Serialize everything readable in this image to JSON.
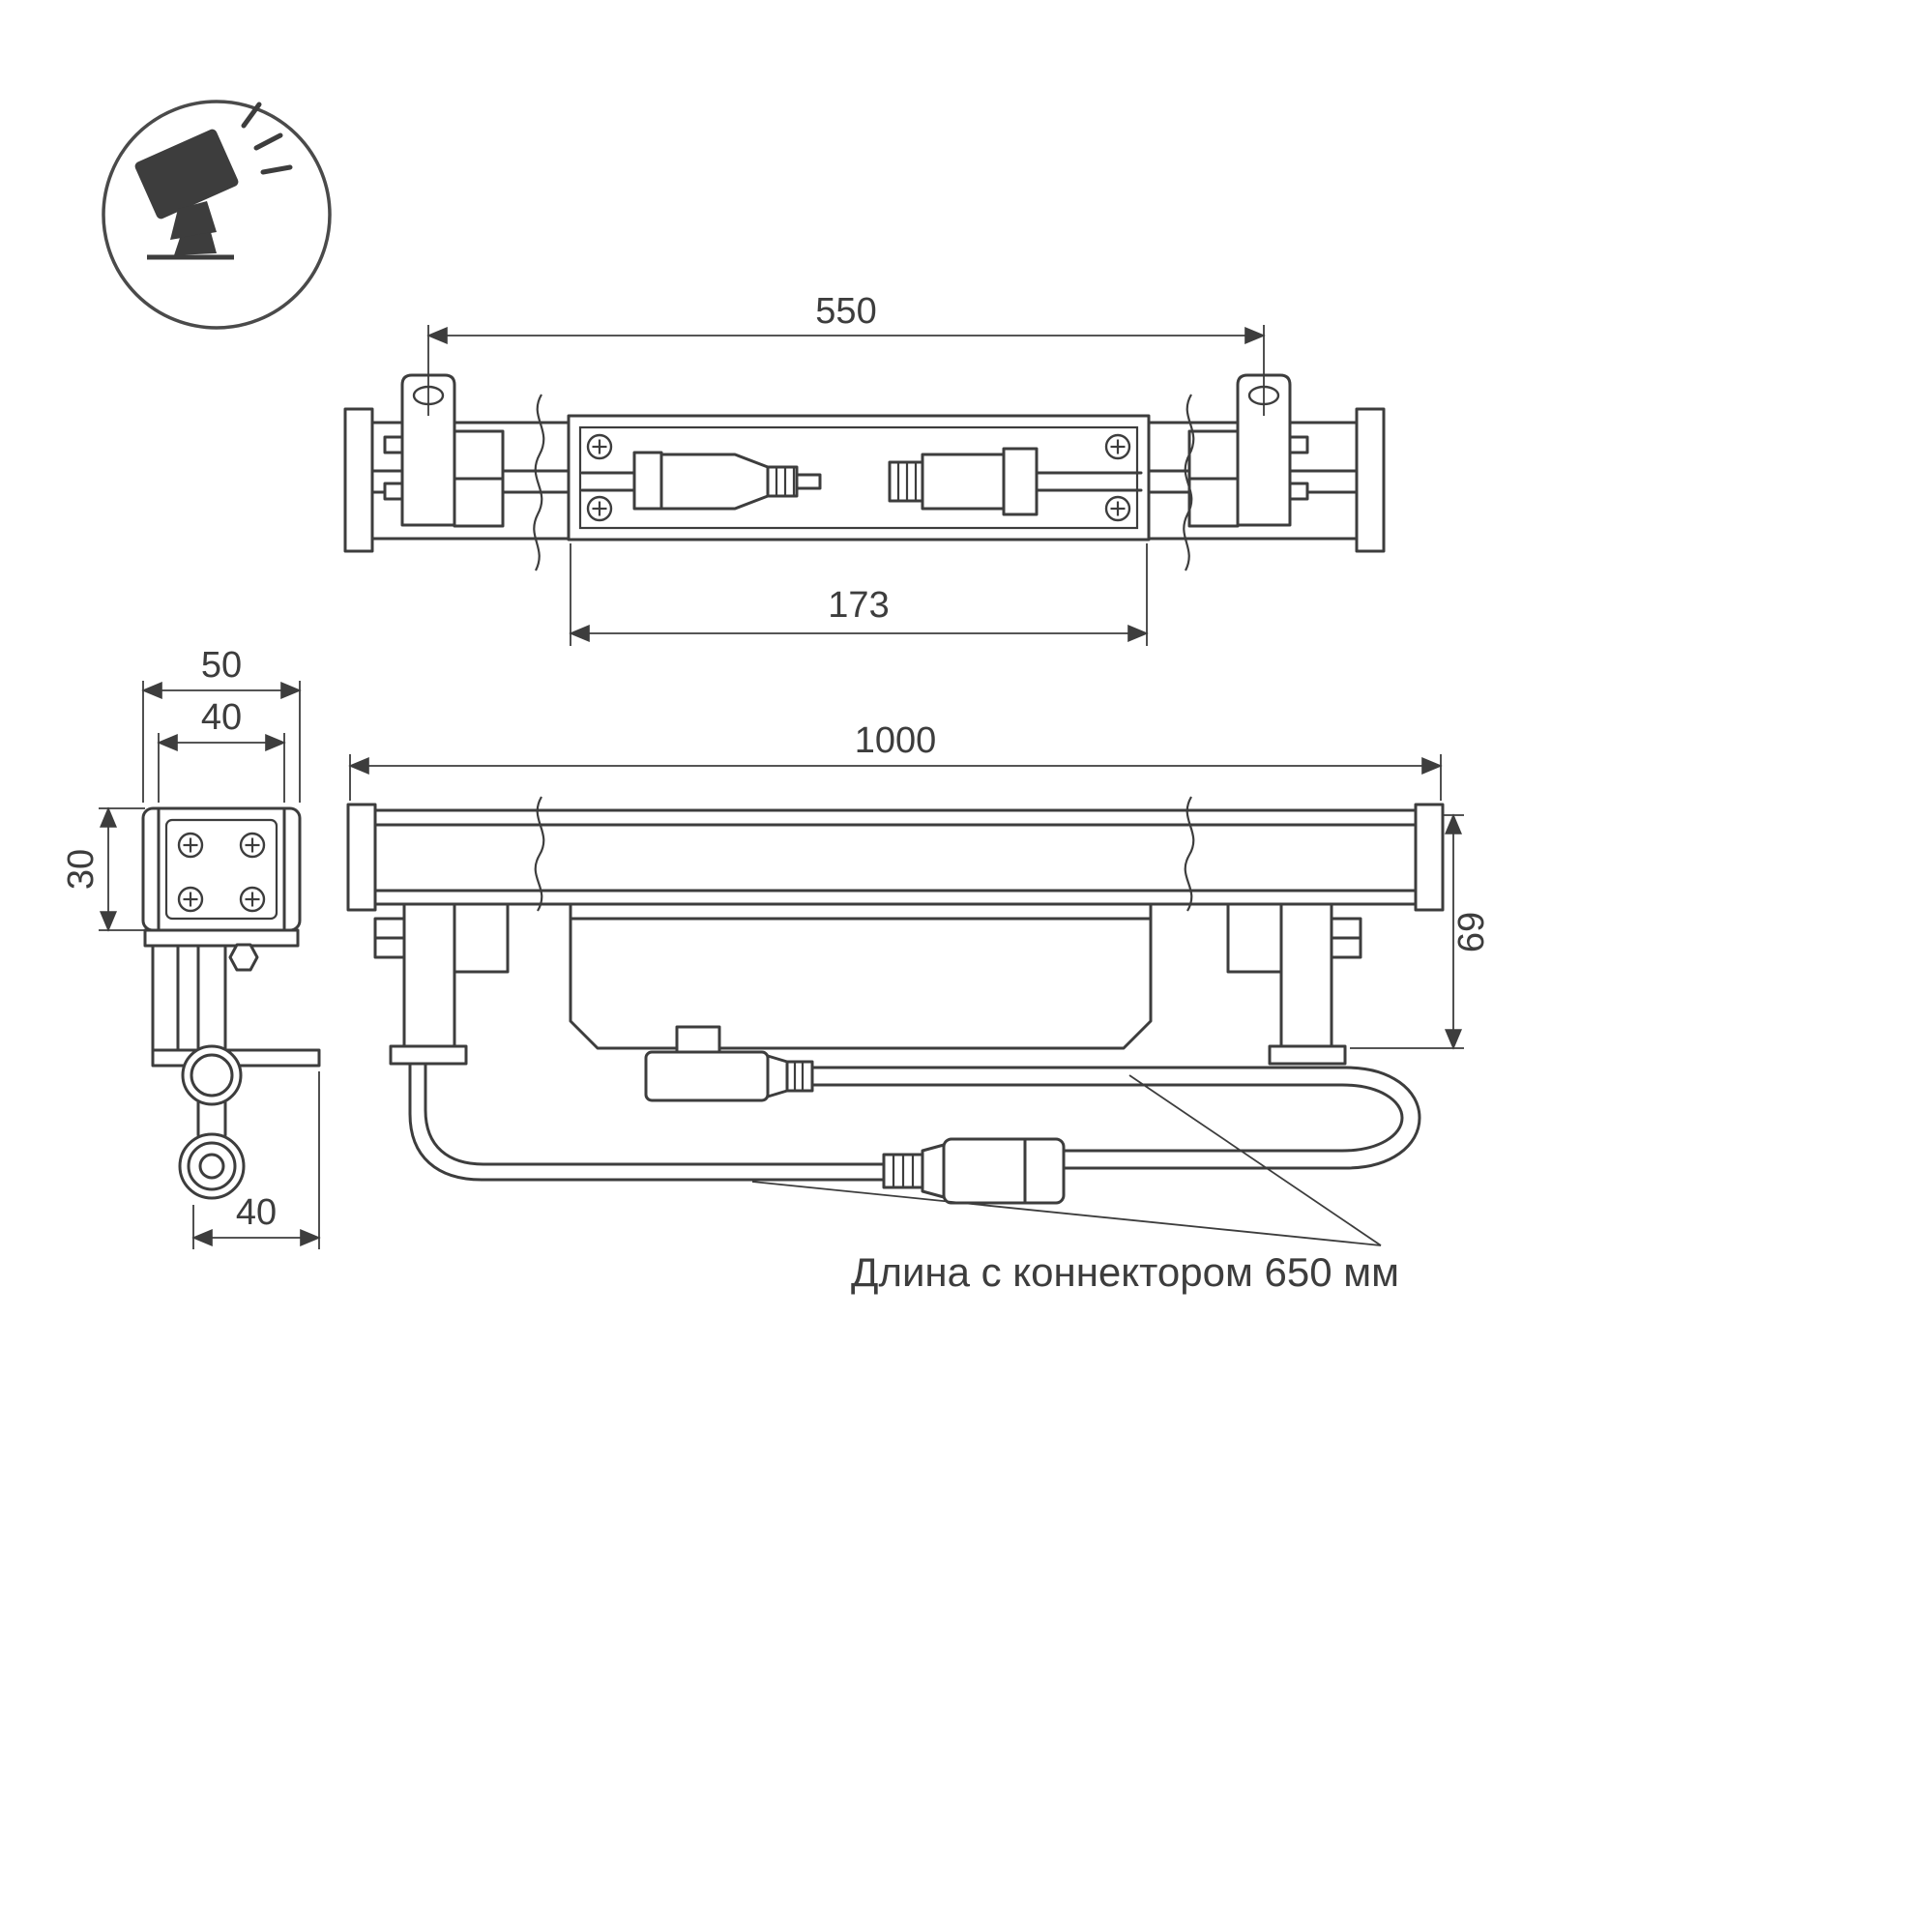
{
  "drawing": {
    "type": "technical-dimension-drawing",
    "note_label": "Длина с коннектором 650 мм",
    "dims": {
      "mount_spacing": "550",
      "plate_length": "173",
      "profile_outer_width": "50",
      "profile_inner_width": "40",
      "profile_height": "30",
      "bracket_offset": "40",
      "overall_length": "1000",
      "overall_height": "69"
    },
    "icon": {
      "name": "floodlight-icon"
    },
    "colors": {
      "line": "#3d3d3d",
      "background": "#ffffff"
    }
  }
}
